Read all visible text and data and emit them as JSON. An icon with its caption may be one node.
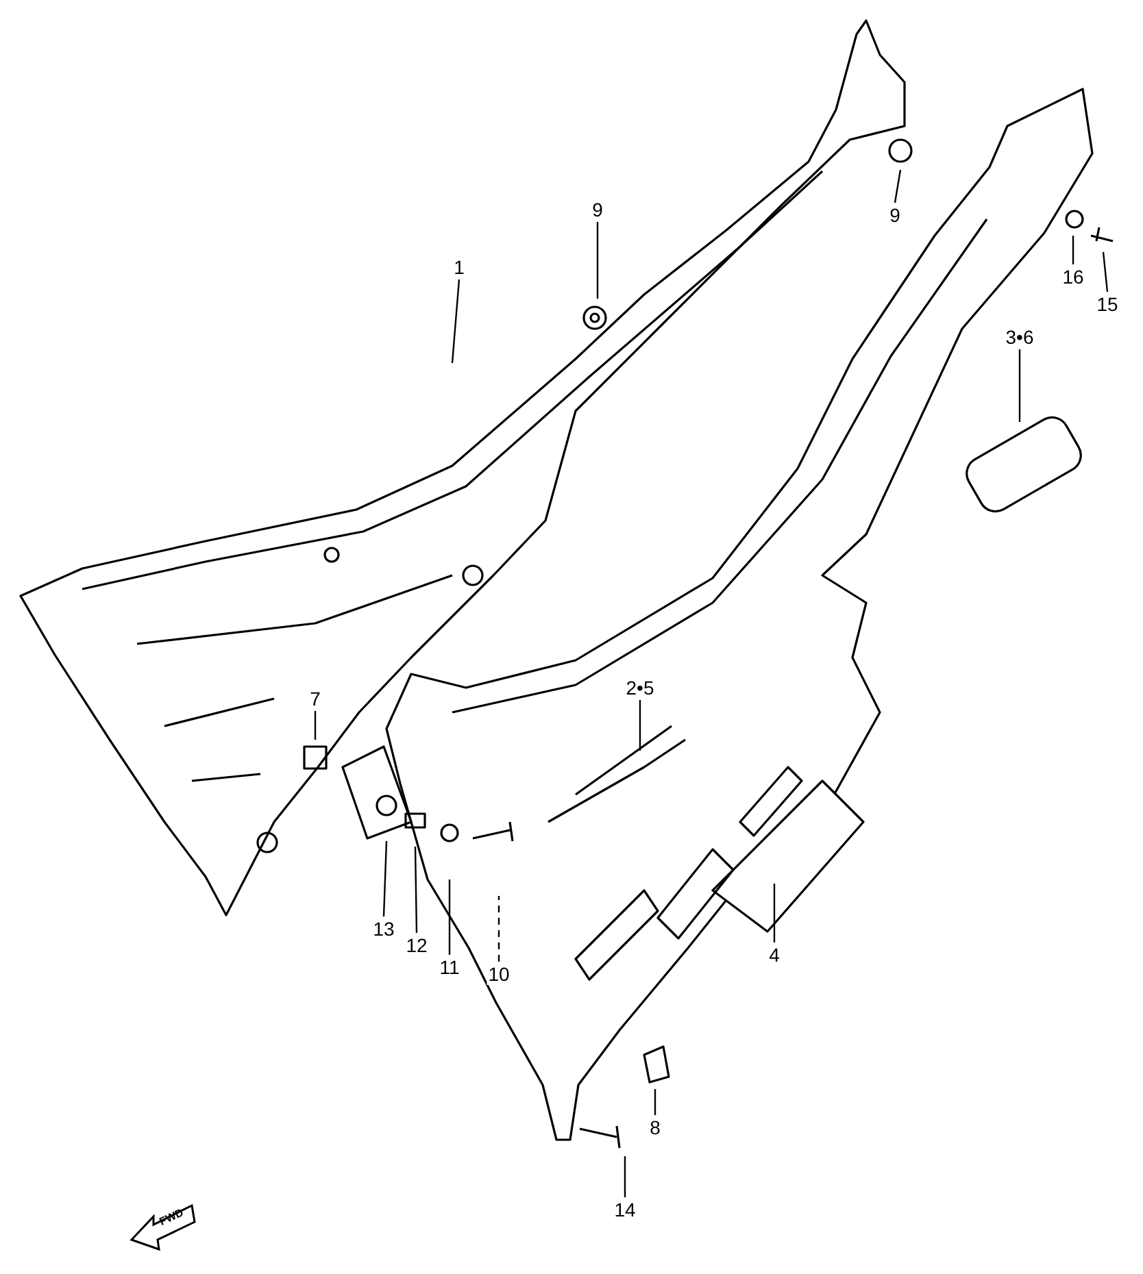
{
  "diagram": {
    "nodes": [
      {
        "text": [
          "9"
        ]
      },
      {
        "text": [
          "9"
        ]
      },
      {
        "text": [
          "1"
        ]
      },
      {
        "text": [
          "16"
        ]
      },
      {
        "text": [
          "15"
        ]
      },
      {
        "text": [
          "3•6"
        ]
      },
      {
        "text": [
          "2•5"
        ]
      },
      {
        "text": [
          "7"
        ]
      },
      {
        "text": [
          "13"
        ]
      },
      {
        "text": [
          "12"
        ]
      },
      {
        "text": [
          "4"
        ]
      },
      {
        "text": [
          "11"
        ]
      },
      {
        "text": [
          "10"
        ]
      },
      {
        "text": [
          "8"
        ]
      },
      {
        "text": [
          "14"
        ]
      }
    ],
    "edges": [
      {
        "from": 0,
        "to": null,
        "arrow": "none"
      },
      {
        "from": 1,
        "to": null,
        "arrow": "none"
      },
      {
        "from": 2,
        "to": null,
        "arrow": "none"
      },
      {
        "from": 3,
        "to": null,
        "arrow": "none"
      },
      {
        "from": 4,
        "to": null,
        "arrow": "none"
      },
      {
        "from": 5,
        "to": null,
        "arrow": "none"
      },
      {
        "from": 6,
        "to": null,
        "arrow": "none"
      },
      {
        "from": 7,
        "to": null,
        "arrow": "none"
      },
      {
        "from": 8,
        "to": null,
        "arrow": "none"
      },
      {
        "from": 9,
        "to": null,
        "arrow": "none"
      },
      {
        "from": 10,
        "to": null,
        "arrow": "none"
      },
      {
        "from": 11,
        "to": null,
        "arrow": "none"
      },
      {
        "from": 12,
        "to": null,
        "arrow": "none",
        "style": "dashed"
      },
      {
        "from": 13,
        "to": null,
        "arrow": "none"
      },
      {
        "from": 14,
        "to": null,
        "arrow": "none"
      }
    ],
    "labels": [
      "FWD"
    ]
  }
}
